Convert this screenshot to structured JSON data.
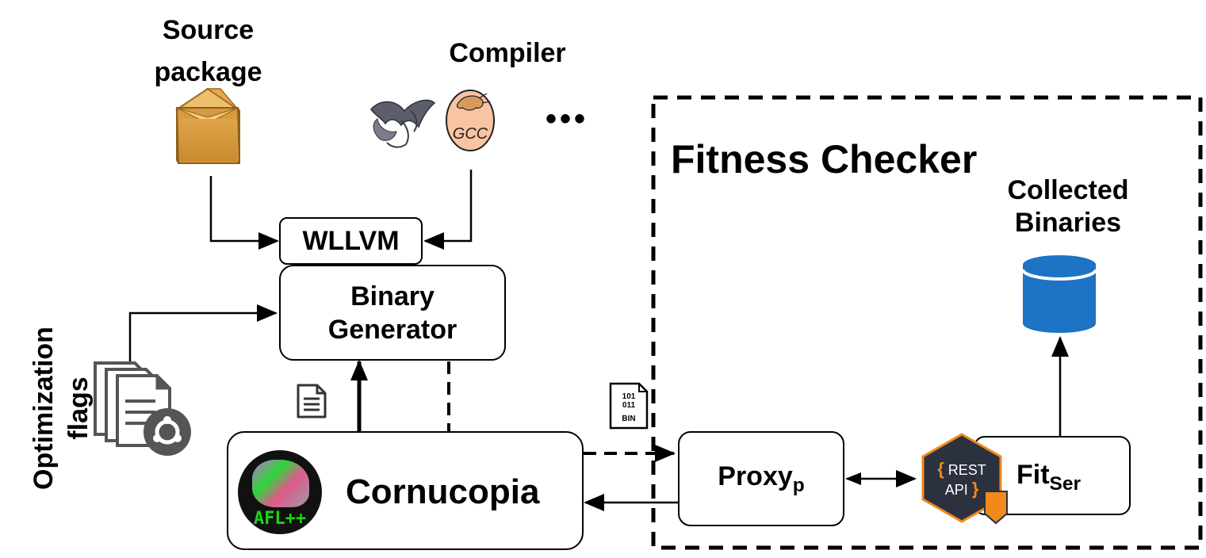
{
  "inputs": {
    "source_label_line1": "Source",
    "source_label_line2": "package",
    "compiler_label": "Compiler",
    "gcc_text": "GCC",
    "optimization_label_line1": "Optimization",
    "optimization_label_line2": "flags",
    "ellipsis": "•••"
  },
  "nodes": {
    "wllvm": "WLLVM",
    "binary_generator_line1": "Binary",
    "binary_generator_line2": "Generator",
    "cornucopia": "Cornucopia",
    "afl_badge": "AFL++",
    "proxy_main": "Proxy",
    "proxy_sub": "p",
    "fit_main": "Fit",
    "fit_sub": "Ser",
    "collected_line1": "Collected",
    "collected_line2": "Binaries"
  },
  "fitness_checker": {
    "title": "Fitness Checker"
  },
  "rest_api": {
    "line1": "REST",
    "line2": "API",
    "brace_open": "{",
    "brace_close": "}"
  },
  "bin_file": {
    "line1": "101",
    "line2": "011",
    "line3": "BIN"
  },
  "colors": {
    "package": "#d9a24f",
    "database": "#1d73c4",
    "rest_hex": "#2c3140",
    "rest_accent": "#f08a1c",
    "gcc_egg": "#f8c4a4",
    "afl_green": "#19d619"
  }
}
